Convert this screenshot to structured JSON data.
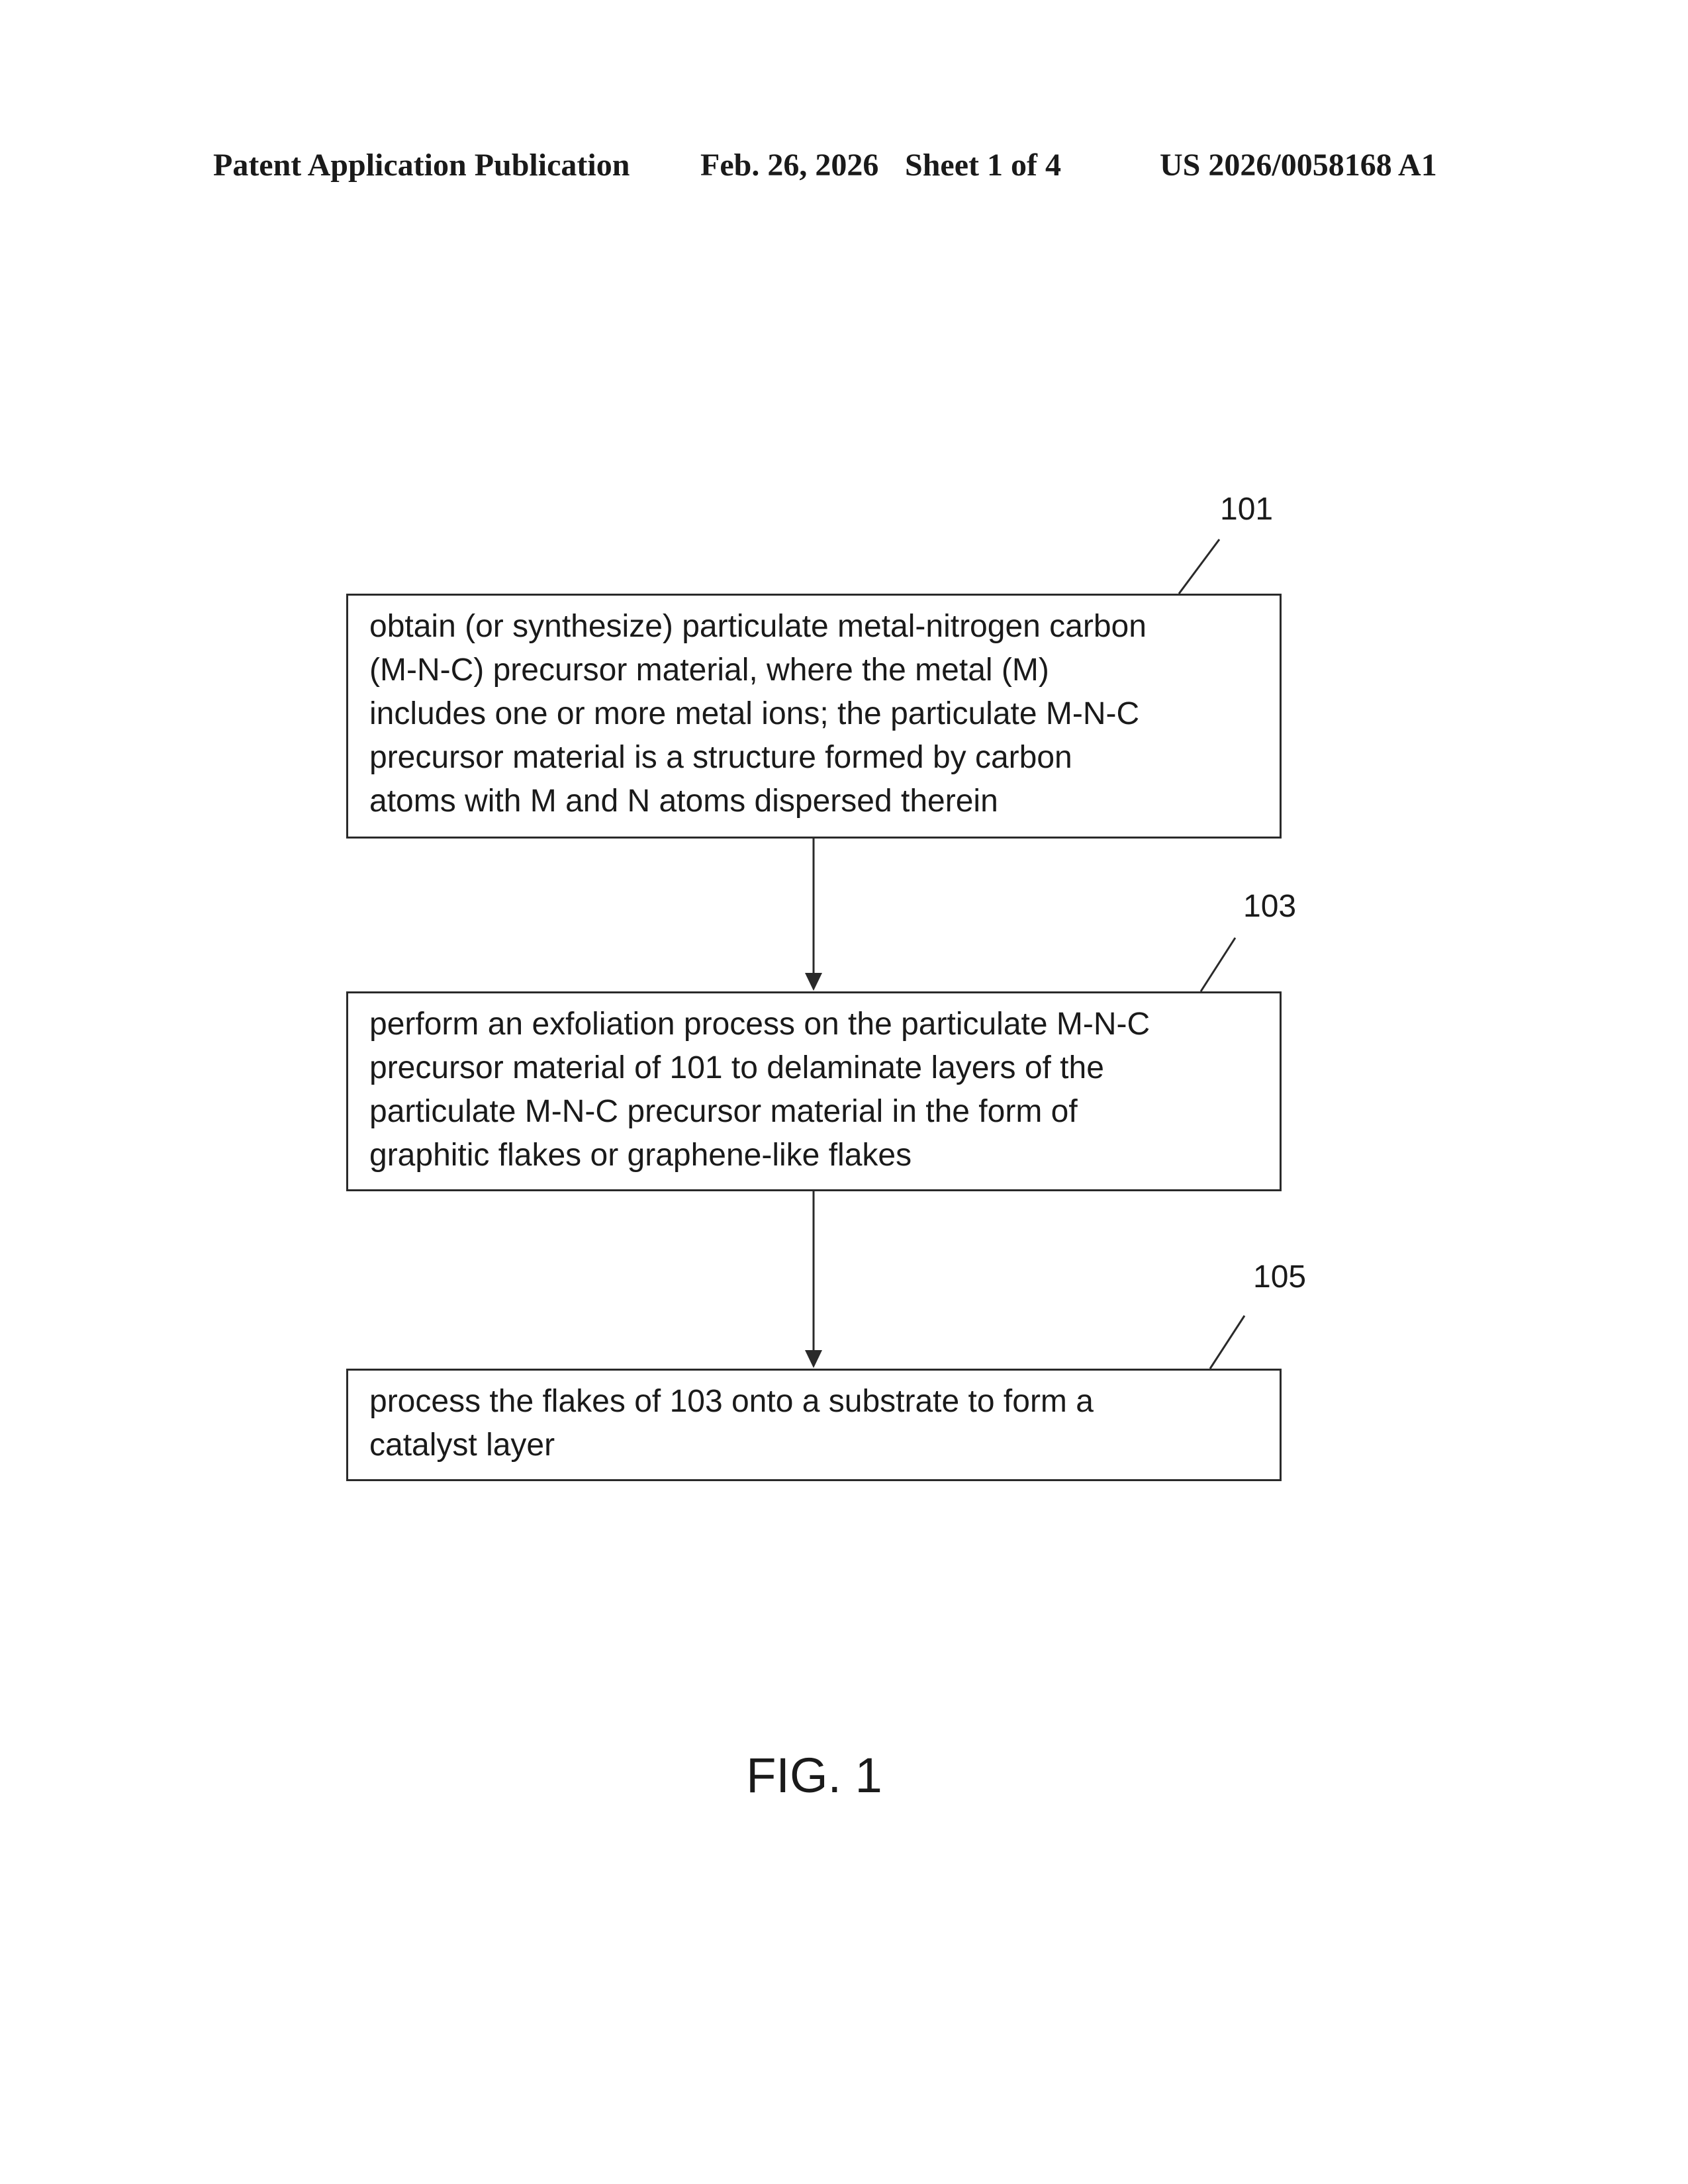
{
  "header": {
    "publication": "Patent Application Publication",
    "date": "Feb. 26, 2026",
    "sheet": "Sheet 1 of 4",
    "number": "US 2026/0058168 A1"
  },
  "steps": [
    {
      "ref": "101",
      "text": "obtain (or synthesize) particulate metal-nitrogen carbon\n(M-N-C) precursor material, where the metal (M)\nincludes one or more metal ions; the particulate M-N-C\nprecursor material is a structure formed by carbon\natoms with M and N atoms dispersed therein"
    },
    {
      "ref": "103",
      "text": "perform an exfoliation process on the particulate M-N-C\nprecursor material of 101 to delaminate layers of the\nparticulate M-N-C precursor material in the form of\ngraphitic flakes or graphene-like flakes"
    },
    {
      "ref": "105",
      "text": "process the flakes of 103 onto a substrate to form a\ncatalyst layer"
    }
  ],
  "figure_label": "FIG. 1"
}
